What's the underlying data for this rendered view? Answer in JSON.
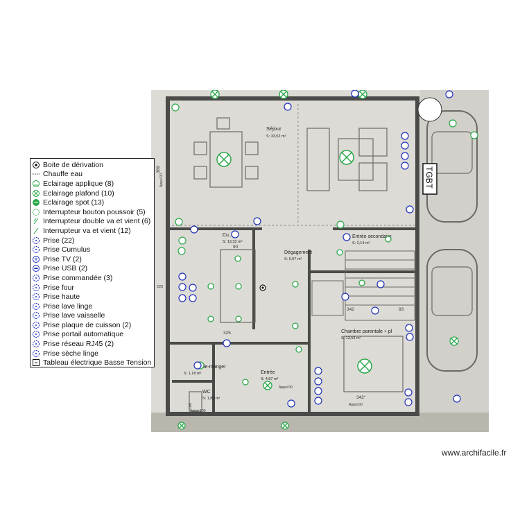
{
  "legend": {
    "items": [
      {
        "label": "Boite de dérivation",
        "icon": "junction-box-icon"
      },
      {
        "label": "Chauffe eau",
        "icon": "water-heater-icon"
      },
      {
        "label": "Eclairage applique (8)",
        "icon": "wall-light-icon"
      },
      {
        "label": "Eclairage plafond (10)",
        "icon": "ceiling-light-icon"
      },
      {
        "label": "Eclairage spot (13)",
        "icon": "spot-light-icon"
      },
      {
        "label": "Interrupteur bouton poussoir (5)",
        "icon": "push-button-icon"
      },
      {
        "label": "Interrupteur double va et vient (6)",
        "icon": "double-switch-icon"
      },
      {
        "label": "Interrupteur va et vient (12)",
        "icon": "two-way-switch-icon"
      },
      {
        "label": "Prise (22)",
        "icon": "outlet-icon"
      },
      {
        "label": "Prise Cumulus",
        "icon": "outlet-cumulus-icon"
      },
      {
        "label": "Prise TV (2)",
        "icon": "outlet-tv-icon"
      },
      {
        "label": "Prise USB (2)",
        "icon": "outlet-usb-icon"
      },
      {
        "label": "Prise commandée (3)",
        "icon": "outlet-controlled-icon"
      },
      {
        "label": "Prise four",
        "icon": "outlet-oven-icon"
      },
      {
        "label": "Prise haute",
        "icon": "outlet-high-icon"
      },
      {
        "label": "Prise lave linge",
        "icon": "outlet-washer-icon"
      },
      {
        "label": "Prise lave vaisselle",
        "icon": "outlet-dishwasher-icon"
      },
      {
        "label": "Prise plaque de cuisson (2)",
        "icon": "outlet-hob-icon"
      },
      {
        "label": "Prise portail automatique",
        "icon": "outlet-gate-icon"
      },
      {
        "label": "Prise réseau RJ45 (2)",
        "icon": "outlet-rj45-icon"
      },
      {
        "label": "Prise sèche linge",
        "icon": "outlet-dryer-icon"
      },
      {
        "label": "Tableau électrique Basse Tension",
        "icon": "electrical-panel-icon"
      }
    ]
  },
  "plan": {
    "rooms": {
      "sejour": {
        "name": "Séjour",
        "area": "S: 33,52 m²"
      },
      "cuisine": {
        "name": "Cu...",
        "area": "S: 13,33 m²"
      },
      "degagement": {
        "name": "Dégagement",
        "area": "S: 6,07 m²"
      },
      "entree_secondaire": {
        "name": "Entrée secondaire",
        "area": "S: 2,14 m²"
      },
      "chambre": {
        "name": "Chambre parentale + pl",
        "area": "S: 13,53 m²"
      },
      "entree": {
        "name": "Entrée",
        "area": "S: 4,87 m²"
      },
      "garde_manger": {
        "name": "Garde-manger",
        "area": "S: 1,18 m²"
      },
      "wc": {
        "name": "WC",
        "area": "S: 1,85 m²"
      }
    },
    "tgbt": "TGBT",
    "dims": {
      "d90": "90",
      "d325": "325",
      "d342a": "342",
      "d93": "93",
      "d342b": "342°",
      "d389": "389",
      "d220": "220",
      "d100": "100"
    },
    "notes": {
      "appui90a": "Appui 90",
      "appui90b": "Appui 90",
      "appui90c": "Appui 90",
      "appui100": "Appui 100"
    }
  },
  "watermark": "www.archifacile.fr",
  "colors": {
    "green": "#2aa84a",
    "blue": "#1e2fb8",
    "wall": "#4a4a48",
    "floor": "#dcdad5"
  }
}
